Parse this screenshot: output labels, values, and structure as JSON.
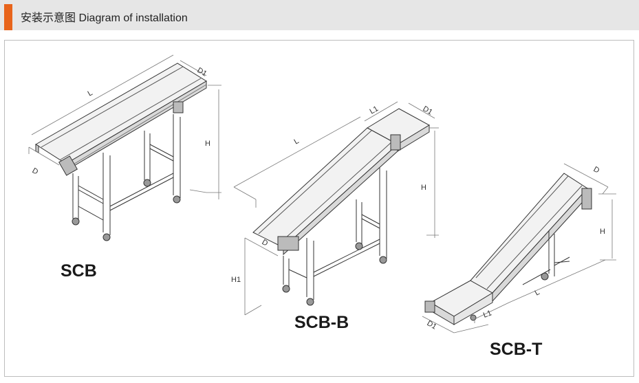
{
  "header": {
    "title": "安装示意图 Diagram of installation",
    "accent_color": "#e8641b",
    "background_color": "#e6e6e6"
  },
  "diagrams": [
    {
      "model": "SCB",
      "dimension_labels": {
        "length": "L",
        "width_top": "D1",
        "width": "D",
        "height": "H"
      }
    },
    {
      "model": "SCB-B",
      "dimension_labels": {
        "length": "L",
        "incline_length": "L1",
        "width_top": "D1",
        "width": "D",
        "height": "H",
        "infeed_height": "H1"
      }
    },
    {
      "model": "SCB-T",
      "dimension_labels": {
        "width": "D",
        "height": "H",
        "length": "L",
        "horizontal_length": "L1",
        "infeed_width": "D1"
      }
    }
  ]
}
